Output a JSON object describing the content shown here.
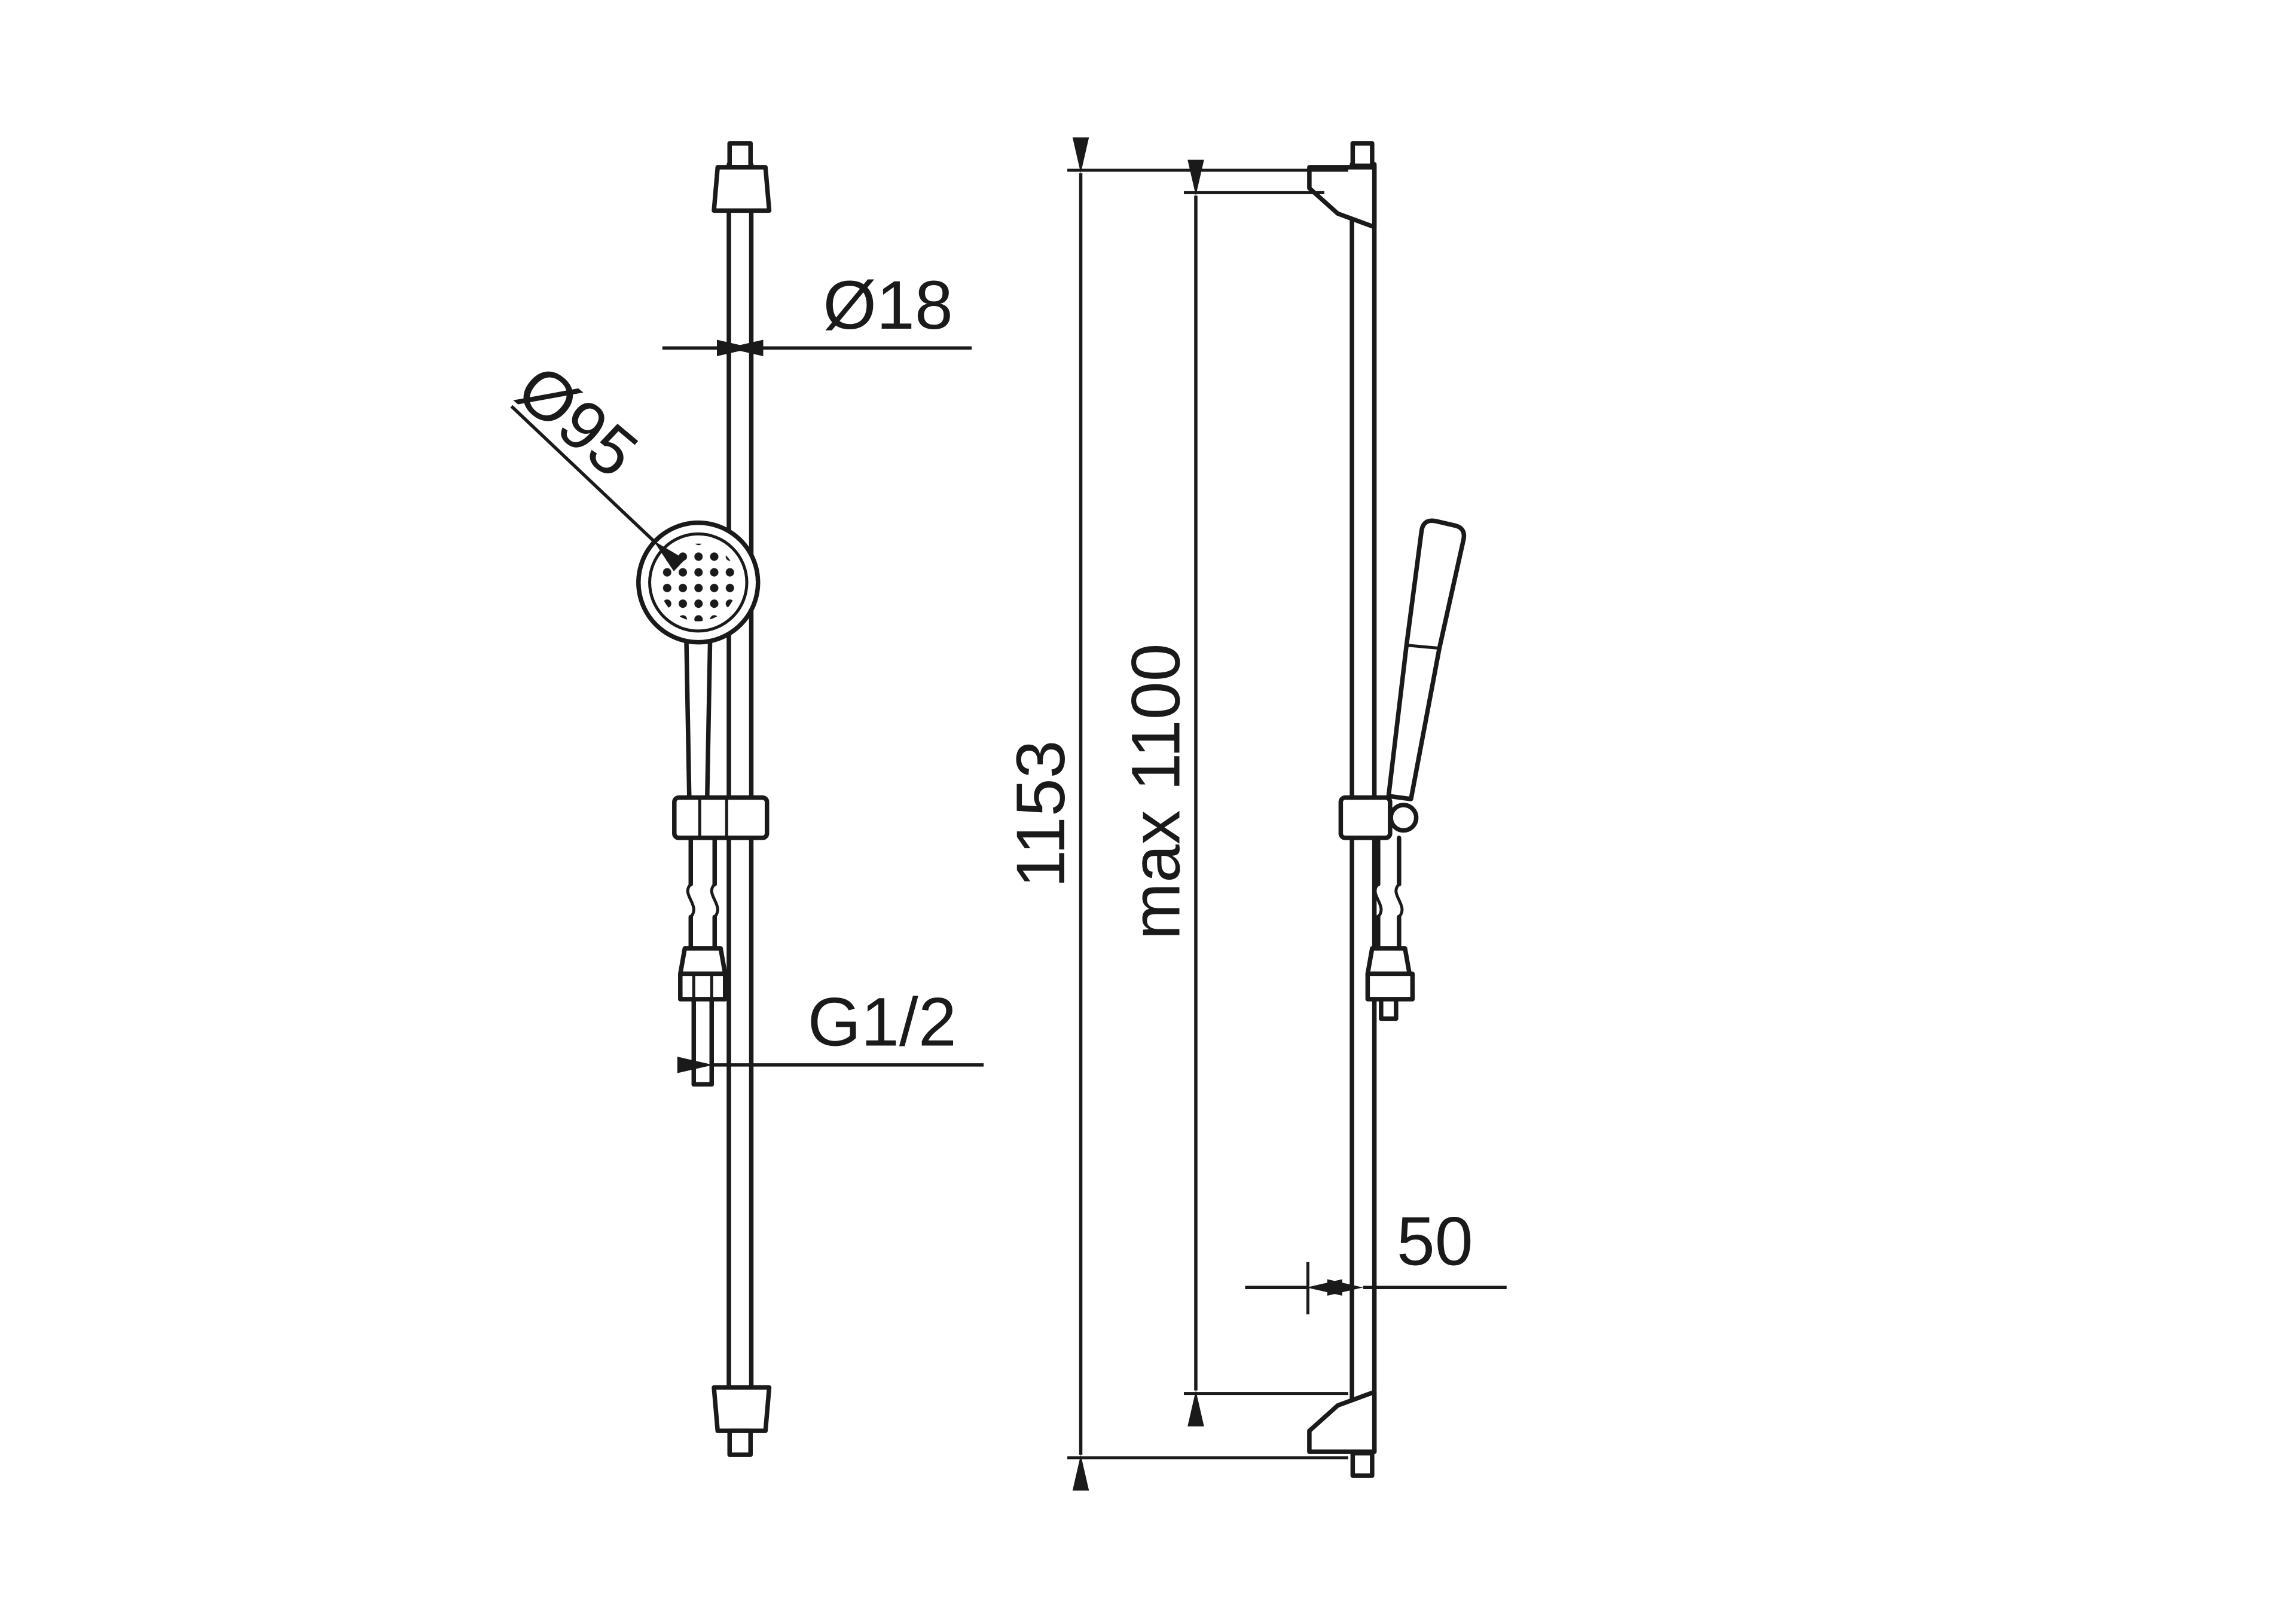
{
  "drawing": {
    "type": "technical-dimension-drawing",
    "subject": "shower rail set with hand shower, front view and side view",
    "labels": {
      "rail_diameter": "Ø18",
      "head_diameter": "Ø95",
      "hose_thread": "G1/2",
      "total_height": "1153",
      "max_height": "max 1100",
      "wall_offset": "50"
    },
    "colors": {
      "line": "#1a1a1a",
      "background": "#ffffff"
    }
  }
}
